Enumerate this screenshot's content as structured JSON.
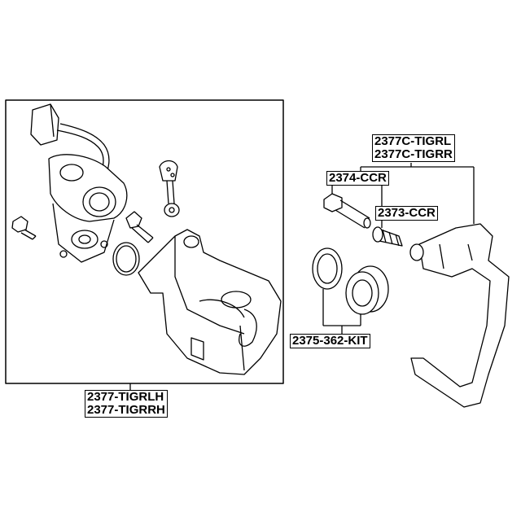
{
  "diagram": {
    "title": "Brake caliper assembly exploded view",
    "labels": {
      "caliper_assembly": [
        "2377-TIGRLH",
        "2377-TIGRRH"
      ],
      "caliper_carrier": [
        "2377C-TIGRL",
        "2377C-TIGRR"
      ],
      "guide_bolt": "2374-CCR",
      "guide_bushing": "2373-CCR",
      "repair_kit": "2375-362-KIT"
    }
  }
}
